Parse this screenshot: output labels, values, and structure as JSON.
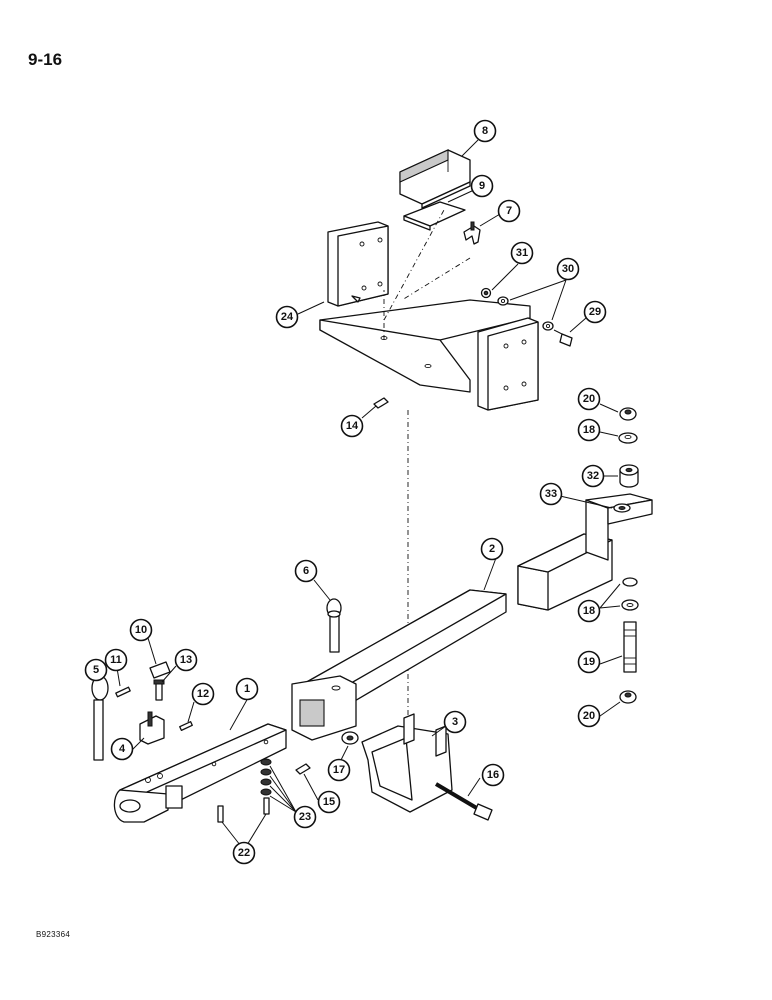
{
  "header": {
    "page_number": "9-16"
  },
  "footer": {
    "figure_code": "B923364"
  },
  "callouts": [
    {
      "id": "c8",
      "label": "8"
    },
    {
      "id": "c9",
      "label": "9"
    },
    {
      "id": "c7",
      "label": "7"
    },
    {
      "id": "c31",
      "label": "31"
    },
    {
      "id": "c30",
      "label": "30"
    },
    {
      "id": "c29",
      "label": "29"
    },
    {
      "id": "c24",
      "label": "24"
    },
    {
      "id": "c14",
      "label": "14"
    },
    {
      "id": "c20a",
      "label": "20"
    },
    {
      "id": "c18a",
      "label": "18"
    },
    {
      "id": "c32",
      "label": "32"
    },
    {
      "id": "c33",
      "label": "33"
    },
    {
      "id": "c2",
      "label": "2"
    },
    {
      "id": "c6",
      "label": "6"
    },
    {
      "id": "c18b",
      "label": "18"
    },
    {
      "id": "c19",
      "label": "19"
    },
    {
      "id": "c20b",
      "label": "20"
    },
    {
      "id": "c10",
      "label": "10"
    },
    {
      "id": "c11",
      "label": "11"
    },
    {
      "id": "c13",
      "label": "13"
    },
    {
      "id": "c5",
      "label": "5"
    },
    {
      "id": "c12",
      "label": "12"
    },
    {
      "id": "c1",
      "label": "1"
    },
    {
      "id": "c4",
      "label": "4"
    },
    {
      "id": "c3",
      "label": "3"
    },
    {
      "id": "c17",
      "label": "17"
    },
    {
      "id": "c16",
      "label": "16"
    },
    {
      "id": "c15",
      "label": "15"
    },
    {
      "id": "c23",
      "label": "23"
    },
    {
      "id": "c22",
      "label": "22"
    }
  ]
}
